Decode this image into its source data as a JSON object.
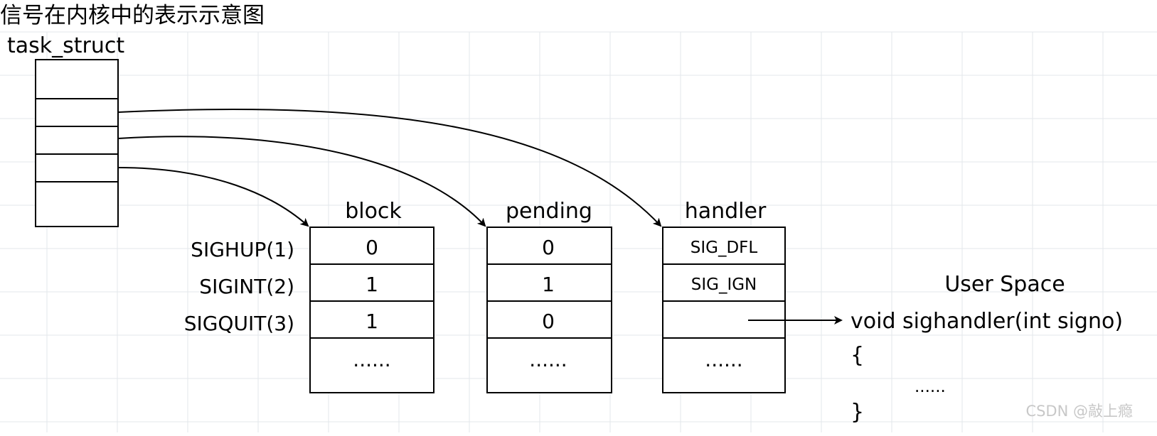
{
  "title": "信号在内核中的表示示意图",
  "task_struct_label": "task_struct",
  "signals": [
    "SIGHUP(1)",
    "SIGINT(2)",
    "SIGQUIT(3)"
  ],
  "tables": {
    "block": {
      "label": "block",
      "values": [
        "0",
        "1",
        "1",
        "......"
      ]
    },
    "pending": {
      "label": "pending",
      "values": [
        "0",
        "1",
        "0",
        "......"
      ]
    },
    "handler": {
      "label": "handler",
      "values": [
        "SIG_DFL",
        "SIG_IGN",
        "",
        "......"
      ]
    }
  },
  "user_space": {
    "label": "User Space",
    "signature": "void sighandler(int signo)",
    "open_brace": "{",
    "body": "......",
    "close_brace": "}"
  },
  "watermark": "CSDN @敲上瘾",
  "colors": {
    "grid": "#e3e7eb",
    "line": "#000000",
    "watermark": "#c8c8c8"
  }
}
